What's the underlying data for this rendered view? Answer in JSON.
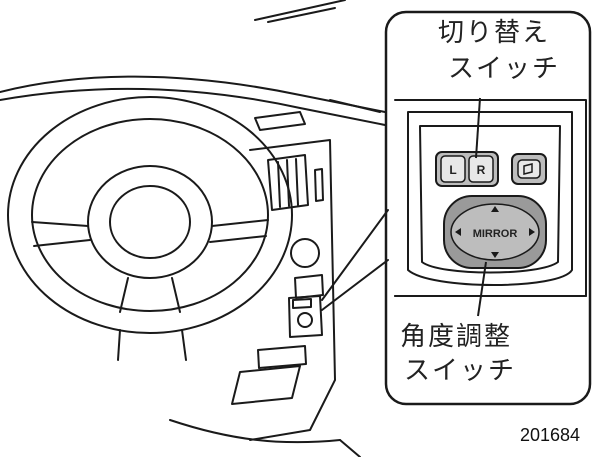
{
  "callouts": {
    "selector_switch": [
      "切り替え",
      "スイッチ"
    ],
    "angle_switch": [
      "角度調整",
      "スイッチ"
    ]
  },
  "switch_keys": {
    "left": "L",
    "right": "R",
    "mirror": "MIRROR"
  },
  "figure_number": "201684",
  "colors": {
    "line": "#1a1a1a",
    "panel_fill": "#e8e8e8",
    "knob_fill": "#9a9a9a",
    "button_fill": "#bdbdbd"
  }
}
